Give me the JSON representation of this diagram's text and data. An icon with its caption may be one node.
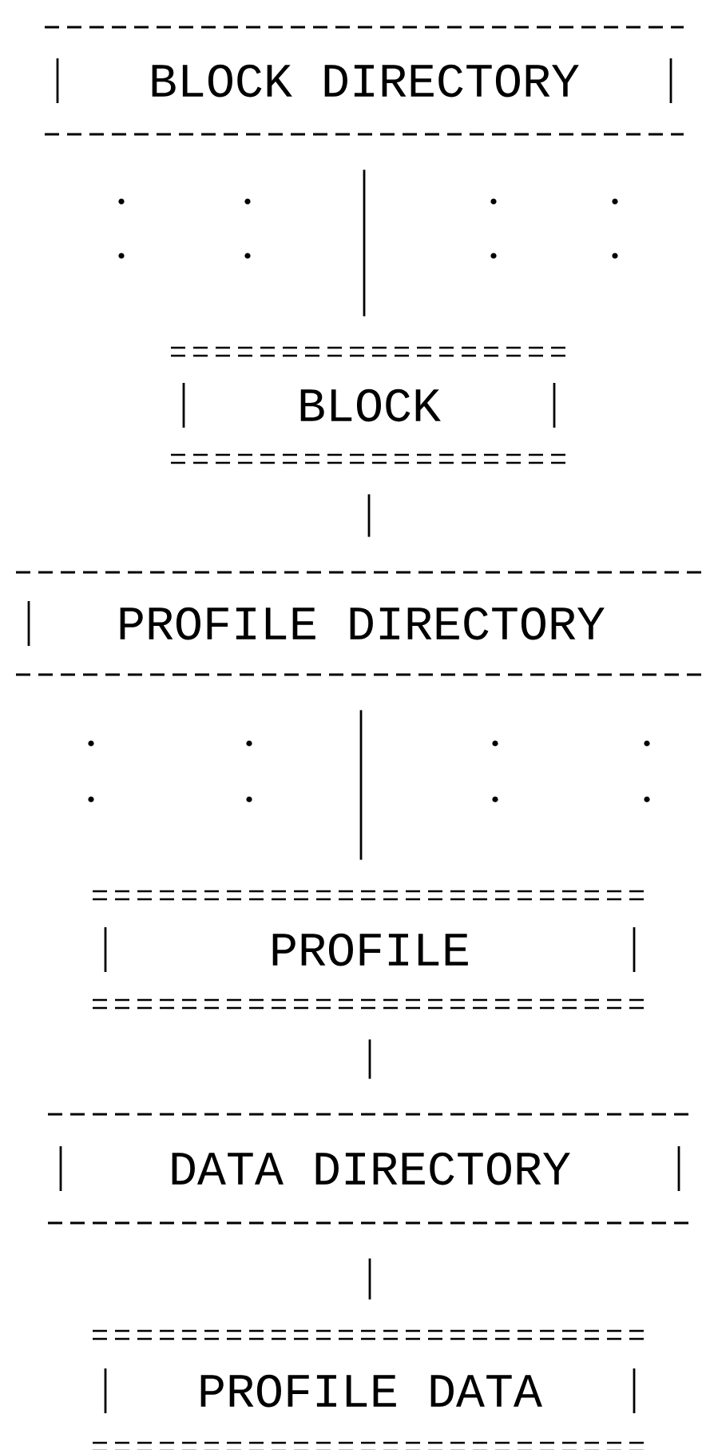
{
  "diagram": {
    "nodes": [
      {
        "text": [
          "BLOCK DIRECTORY"
        ]
      },
      {
        "text": [
          "BLOCK"
        ]
      },
      {
        "text": [
          "PROFILE DIRECTORY"
        ]
      },
      {
        "text": [
          "PROFILE"
        ]
      },
      {
        "text": [
          "DATA DIRECTORY"
        ]
      },
      {
        "text": [
          "PROFILE DATA"
        ]
      }
    ],
    "edges": [
      {
        "from": 0,
        "to": 1,
        "arrow": "none"
      },
      {
        "from": 1,
        "to": 2,
        "arrow": "none"
      },
      {
        "from": 2,
        "to": 3,
        "arrow": "none"
      },
      {
        "from": 3,
        "to": 4,
        "arrow": "none"
      },
      {
        "from": 4,
        "to": 5,
        "arrow": "none"
      }
    ]
  }
}
